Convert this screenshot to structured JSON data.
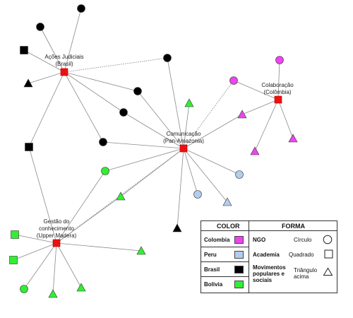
{
  "nodes": {
    "acoes_judiciais": {
      "line1": "Ações Judiciais",
      "line2": "(Brasil)"
    },
    "colaboracao": {
      "line1": "Colaboração",
      "line2": "(Colômbia)"
    },
    "comunicacao": {
      "line1": "Comunicação",
      "line2": "(Pan-Amazonia)"
    },
    "gestao": {
      "line1": "Gestão do",
      "line2": "conhecimento",
      "line3": "(Upper Madera)"
    }
  },
  "colors": {
    "colombia": "#ee44ee",
    "peru": "#b4cdee",
    "brasil": "#000000",
    "bolivia": "#33ee33",
    "hub": "#ee1111"
  },
  "legend": {
    "color_header": "COLOR",
    "forma_header": "FORMA",
    "rows": [
      {
        "country": "Colombia",
        "form_label": "NGO",
        "form_name": "Círculo",
        "icon": "circle-icon"
      },
      {
        "country": "Peru",
        "form_label": "Academia",
        "form_name": "Quadrado",
        "icon": "square-icon"
      },
      {
        "country": "Brasil",
        "form_label": "Movimentos populares e sociais",
        "form_name": "Triângulo acima",
        "icon": "triangle-icon"
      },
      {
        "country": "Bolivia"
      }
    ]
  }
}
